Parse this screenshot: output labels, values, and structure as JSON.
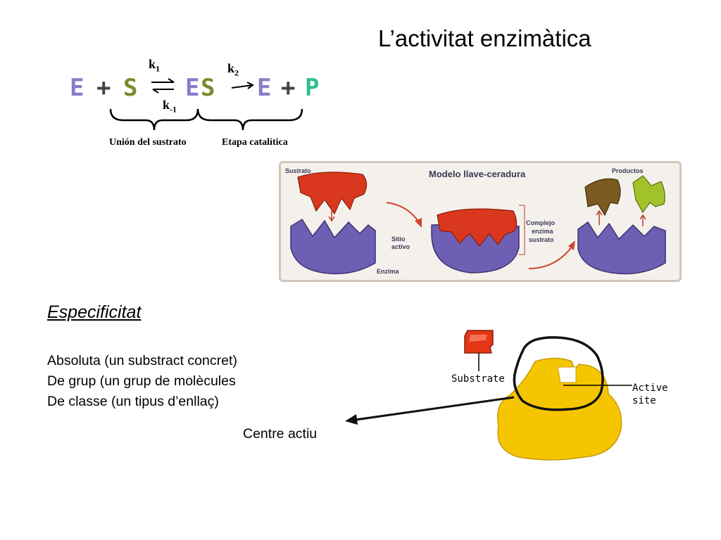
{
  "title": "L’activitat enzimàtica",
  "equation": {
    "E1": "E",
    "plus1": "+",
    "S": "S",
    "ES_E": "E",
    "ES_S": "S",
    "E2": "E",
    "plus2": "+",
    "P": "P",
    "k1": "k",
    "k1_sub": "1",
    "km1": "k",
    "km1_sub": "-1",
    "k2": "k",
    "k2_sub": "2",
    "caption_left": "Unión del sustrato",
    "caption_right": "Etapa catalítica",
    "colors": {
      "E": "#8b7bc9",
      "plus": "#444444",
      "S": "#7b8a2c",
      "P": "#2fbf8f"
    }
  },
  "lock_key": {
    "title": "Modelo llave-ceradura",
    "sustrato": "Sustrato",
    "sitio": "Sitio",
    "activo": "activo",
    "enzima": "Enzima",
    "complejo": [
      "Complejo",
      "enzima",
      "sustrato"
    ],
    "productos": "Productos"
  },
  "specificity": {
    "heading": "Especificitat",
    "items": [
      "Absoluta (un substract concret)",
      "De grup (un grup de molècules",
      "De classe (un tipus d’enllaç)"
    ]
  },
  "centre_label": "Centre actiu",
  "enzyme_diagram": {
    "substrate_label": "Substrate",
    "active_label_1": "Active",
    "active_label_2": "site"
  }
}
